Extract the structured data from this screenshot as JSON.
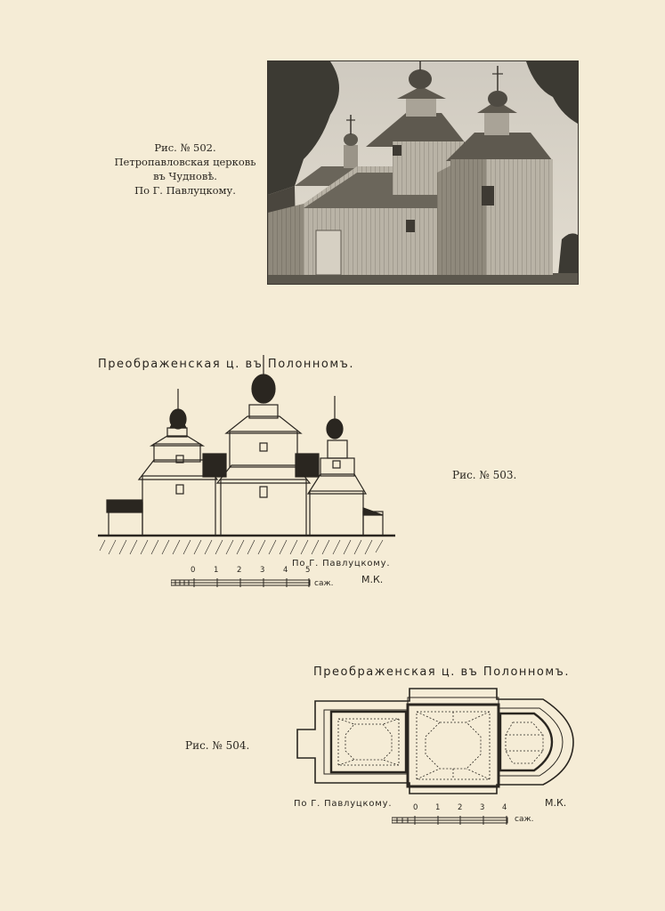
{
  "figure_502": {
    "caption_lines": [
      "Рис. № 502.",
      "Петропавловская церковь",
      "въ Чудновѣ.",
      "По Г. Павлуцкому."
    ]
  },
  "figure_503": {
    "title": "Преображенская ц. въ Полонномъ.",
    "label": "Рис. № 503.",
    "credit": "По Г. Павлуцкому.",
    "scale_numbers": [
      "0",
      "1",
      "2",
      "3",
      "4",
      "5"
    ],
    "scale_unit": "саж.",
    "monogram": "М.К."
  },
  "figure_504": {
    "title": "Преображенская ц. въ Полонномъ.",
    "label": "Рис. № 504.",
    "credit": "По Г. Павлуцкому.",
    "scale_numbers": [
      "0",
      "1",
      "2",
      "3",
      "4"
    ],
    "scale_unit": "саж.",
    "monogram": "М.К."
  }
}
